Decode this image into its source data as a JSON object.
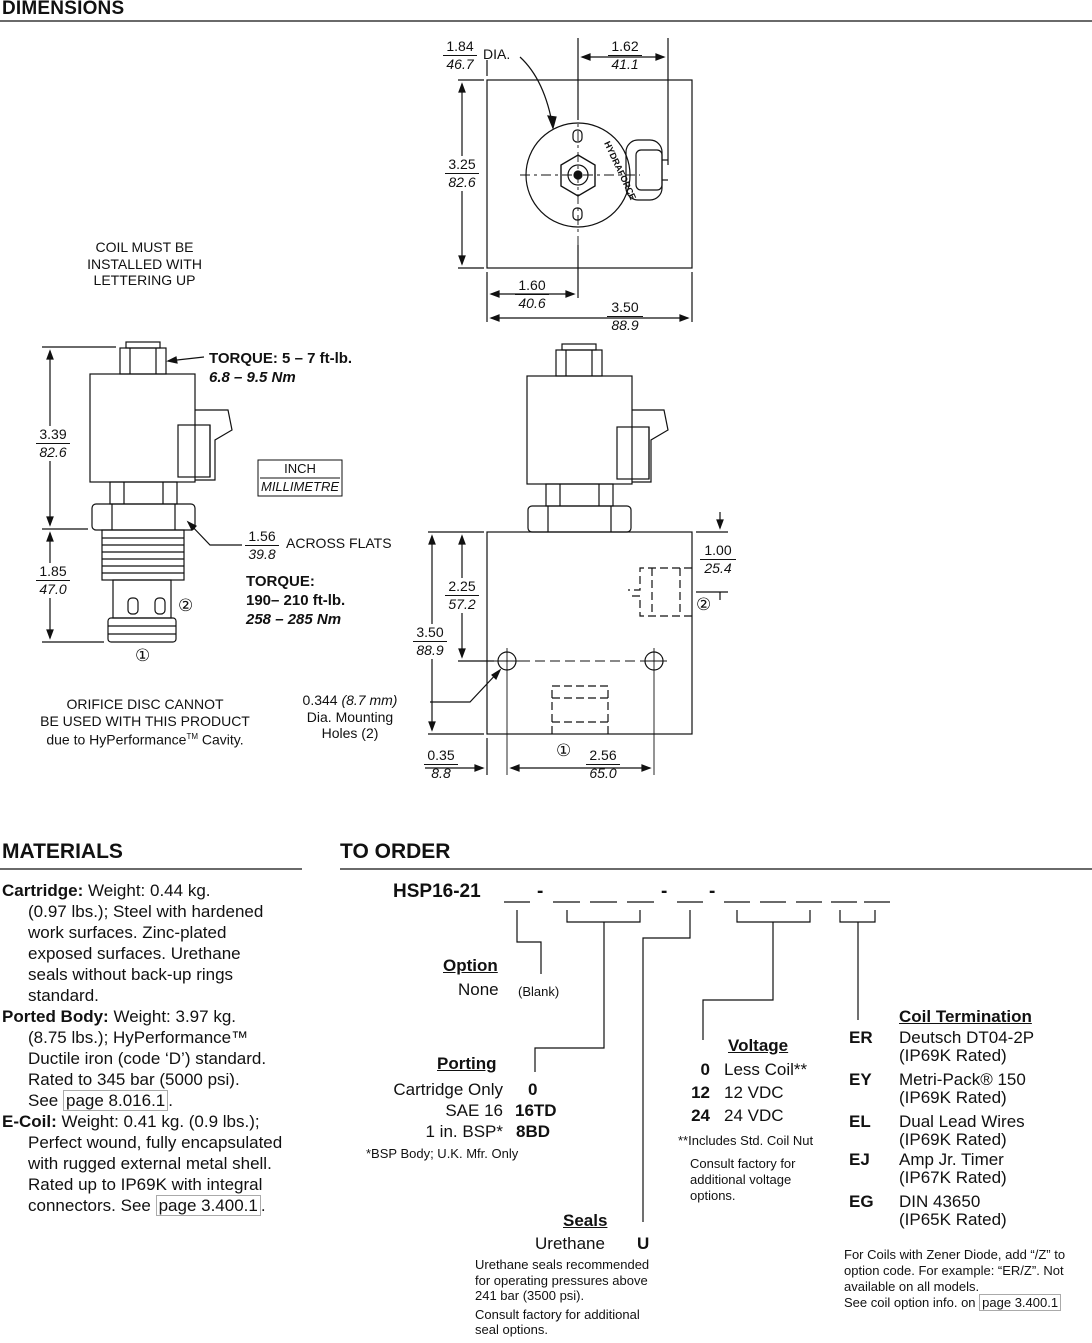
{
  "dimensions": {
    "heading": "DIMENSIONS",
    "coil_note": [
      "COIL MUST BE",
      "INSTALLED WITH",
      "LETTERING UP"
    ],
    "unit_legend": {
      "inch": "INCH",
      "millimetre": "MILLIMETRE"
    },
    "top_view": {
      "dia": {
        "inch": "1.84",
        "mm": "46.7",
        "label": "DIA."
      },
      "offset": {
        "inch": "1.62",
        "mm": "41.1"
      },
      "height": {
        "inch": "3.25",
        "mm": "82.6"
      },
      "center": {
        "inch": "1.60",
        "mm": "40.6"
      },
      "width": {
        "inch": "3.50",
        "mm": "88.9"
      },
      "brand": "HYDRAFORCE"
    },
    "side_view": {
      "coil_height": {
        "inch": "3.39",
        "mm": "82.6"
      },
      "cartridge_height": {
        "inch": "1.85",
        "mm": "47.0"
      },
      "torque_nut": {
        "label": "TORQUE: 5 – 7 ft-lb.",
        "metric": "6.8 – 9.5 Nm"
      },
      "across_flats": {
        "inch": "1.56",
        "mm": "39.8",
        "label": "ACROSS FLATS"
      },
      "torque_body": {
        "label": "TORQUE:",
        "imperial": "190– 210 ft-lb.",
        "metric": "258 – 285 Nm"
      },
      "port1": "①",
      "port2": "②"
    },
    "orifice_note": {
      "line1": "ORIFICE DISC CANNOT",
      "line2": "BE USED WITH THIS PRODUCT",
      "line3": "due to HyPerformance",
      "tm": "TM",
      "line3_end": " Cavity."
    },
    "body_view": {
      "port_depth": {
        "inch": "1.00",
        "mm": "25.4"
      },
      "mount_height": {
        "inch": "2.25",
        "mm": "57.2"
      },
      "body_height": {
        "inch": "3.50",
        "mm": "88.9"
      },
      "hole_note": {
        "inch": "0.344",
        "mm": "(8.7 mm)",
        "line2": "Dia. Mounting",
        "line3": "Holes (2)"
      },
      "edge": {
        "inch": "0.35",
        "mm": "8.8"
      },
      "hole_spacing": {
        "inch": "2.56",
        "mm": "65.0"
      },
      "port1": "①",
      "port2": "②"
    }
  },
  "materials": {
    "heading": "MATERIALS",
    "cartridge": {
      "label": "Cartridge:",
      "lines": [
        " Weight: 0.44 kg.",
        "(0.97 lbs.); Steel with hardened",
        "work surfaces. Zinc-plated",
        "exposed surfaces. Urethane",
        "seals without back-up rings",
        "standard."
      ]
    },
    "ported_body": {
      "label": "Ported Body:",
      "lines": [
        " Weight: 3.97 kg.",
        "(8.75 lbs.); HyPerformance™",
        "Ductile iron (code ‘D’) standard.",
        "Rated to 345 bar (5000 psi).",
        "See "
      ],
      "link": "page 8.016.1",
      "end": "."
    },
    "ecoil": {
      "label": "E-Coil:",
      "lines": [
        " Weight: 0.41 kg. (0.9 lbs.);",
        "Perfect wound, fully encapsulated",
        "with rugged external metal shell.",
        "Rated up to IP69K with integral",
        "connectors. See "
      ],
      "link": "page 3.400.1",
      "end": "."
    }
  },
  "order": {
    "heading": "TO ORDER",
    "model": "HSP16-21",
    "option": {
      "title": "Option",
      "label": "None",
      "code": "(Blank)"
    },
    "porting": {
      "title": "Porting",
      "rows": [
        {
          "label": "Cartridge Only",
          "code": "0"
        },
        {
          "label": "SAE 16",
          "code": "16TD"
        },
        {
          "label": "1 in. BSP*",
          "code": "8BD"
        }
      ],
      "note": "*BSP Body; U.K. Mfr. Only"
    },
    "seals": {
      "title": "Seals",
      "label": "Urethane",
      "code": "U",
      "notes": [
        "Urethane seals recommended",
        "for operating pressures above",
        "241 bar (3500 psi).",
        "Consult factory for additional",
        "seal options."
      ]
    },
    "voltage": {
      "title": "Voltage",
      "rows": [
        {
          "code": "0",
          "label": "Less Coil**"
        },
        {
          "code": "12",
          "label": "12 VDC"
        },
        {
          "code": "24",
          "label": "24 VDC"
        }
      ],
      "footnote": "**Includes Std. Coil Nut",
      "notes": [
        "Consult factory for",
        "additional voltage",
        "options."
      ]
    },
    "coil_termination": {
      "title": "Coil Termination",
      "rows": [
        {
          "code": "ER",
          "line1": "Deutsch DT04-2P",
          "line2": "(IP69K Rated)"
        },
        {
          "code": "EY",
          "line1": "Metri-Pack® 150",
          "line2": "(IP69K Rated)"
        },
        {
          "code": "EL",
          "line1": "Dual Lead Wires",
          "line2": "(IP69K Rated)"
        },
        {
          "code": "EJ",
          "line1": "Amp Jr. Timer",
          "line2": "(IP67K Rated)"
        },
        {
          "code": "EG",
          "line1": "DIN 43650",
          "line2": "(IP65K Rated)"
        }
      ],
      "notes": [
        "For Coils with Zener Diode, add “/Z” to",
        "option code. For example: “ER/Z”. Not",
        "available on all models.",
        "See coil option info. on "
      ],
      "link": "page 3.400.1"
    }
  }
}
